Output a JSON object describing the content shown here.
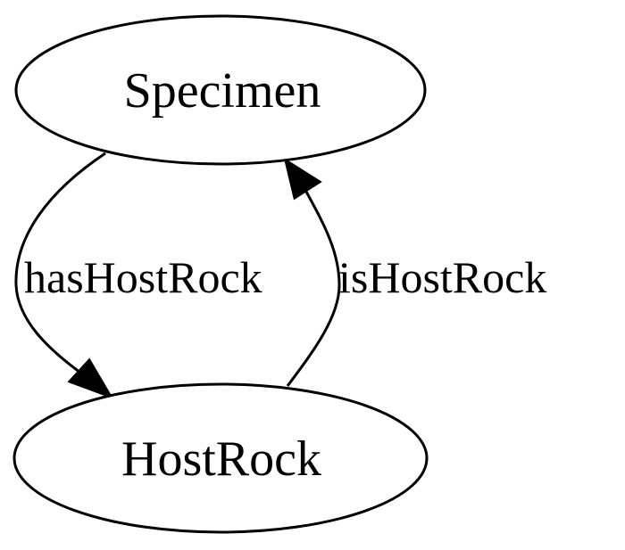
{
  "graph": {
    "nodes": [
      {
        "id": "specimen",
        "label": "Specimen"
      },
      {
        "id": "hostrock",
        "label": "HostRock"
      }
    ],
    "edges": [
      {
        "id": "hasHostRock",
        "from": "specimen",
        "to": "hostrock",
        "label": "hasHostRock"
      },
      {
        "id": "isHostRock",
        "from": "hostrock",
        "to": "specimen",
        "label": "isHostRock"
      }
    ]
  }
}
